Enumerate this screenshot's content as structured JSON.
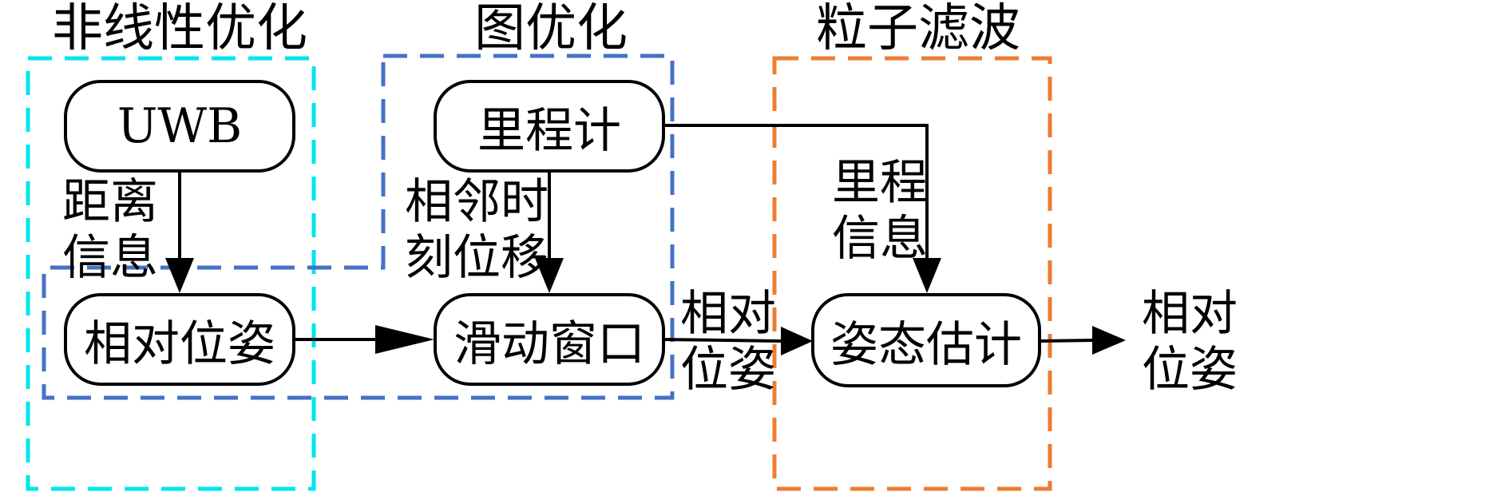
{
  "groups": {
    "nonlinear": {
      "title": "非线性优化",
      "color": "#00e5ee"
    },
    "graph": {
      "title": "图优化",
      "color": "#4472c4"
    },
    "particle": {
      "title": "粒子滤波",
      "color": "#ed7d31"
    }
  },
  "nodes": {
    "uwb": "UWB",
    "odometer": "里程计",
    "relative_pose": "相对位姿",
    "sliding_window": "滑动窗口",
    "pose_estimation": "姿态估计"
  },
  "edge_labels": {
    "distance_info": [
      "距离",
      "信息"
    ],
    "adjacent_displacement": [
      "相邻时",
      "刻位移"
    ],
    "odometry_info": [
      "里程",
      "信息"
    ],
    "relative_pose_mid": [
      "相对",
      "位姿"
    ],
    "relative_pose_out": [
      "相对",
      "位姿"
    ]
  }
}
